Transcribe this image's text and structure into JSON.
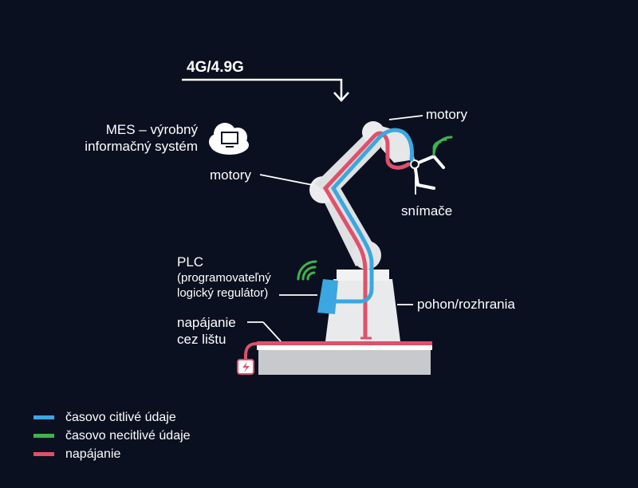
{
  "labels": {
    "network": "4G/4.9G",
    "mes_line1": "MES – výrobný",
    "mes_line2": "informačný systém",
    "motors_top": "motory",
    "motors_mid": "motory",
    "sensors": "snímače",
    "plc_line1": "PLC",
    "plc_line2": "(programovateľný",
    "plc_line3": "logický regulátor)",
    "drive": "pohon/rozhrania",
    "rail_line1": "napájanie",
    "rail_line2": "cez lištu"
  },
  "legend": [
    {
      "label": "časovo citlivé údaje",
      "color": "#3aa7e0"
    },
    {
      "label": "časovo necitlivé údaje",
      "color": "#3fb34f"
    },
    {
      "label": "napájanie",
      "color": "#e0506a"
    }
  ],
  "icons": {
    "cloud": "cloud-monitor-icon",
    "power": "power-socket-icon",
    "wifi": "wireless-signal-icon"
  }
}
